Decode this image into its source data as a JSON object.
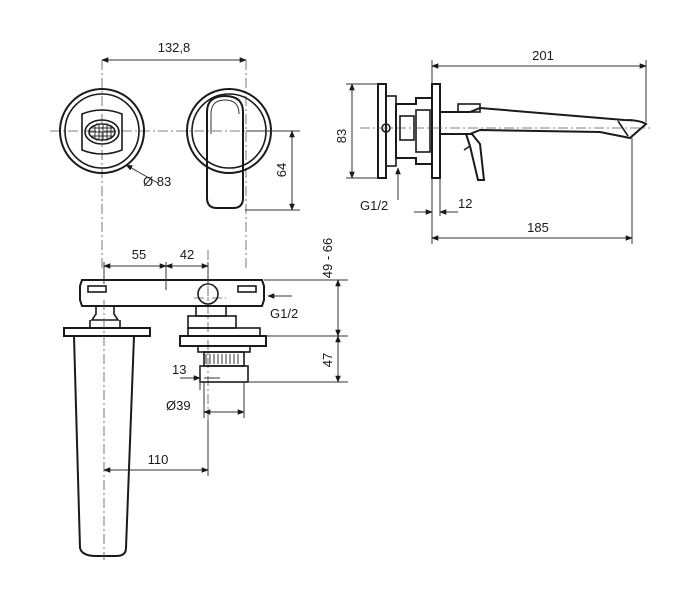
{
  "dimensions": {
    "plate_spacing": "132,8",
    "plate_diameter": "Ø 83",
    "lever_height": "64",
    "side_plate_height": "83",
    "side_thread": "G1/2",
    "side_depth": "12",
    "spout_projection_total": "201",
    "spout_projection": "185",
    "offset_a": "55",
    "offset_b": "42",
    "wall_range": "49 - 66",
    "top_thread": "G1/2",
    "body_depth": "47",
    "thread_length": "13",
    "body_diameter": "Ø39",
    "spout_offset": "110"
  },
  "colors": {
    "line": "#1a1a1a",
    "background": "#ffffff"
  }
}
